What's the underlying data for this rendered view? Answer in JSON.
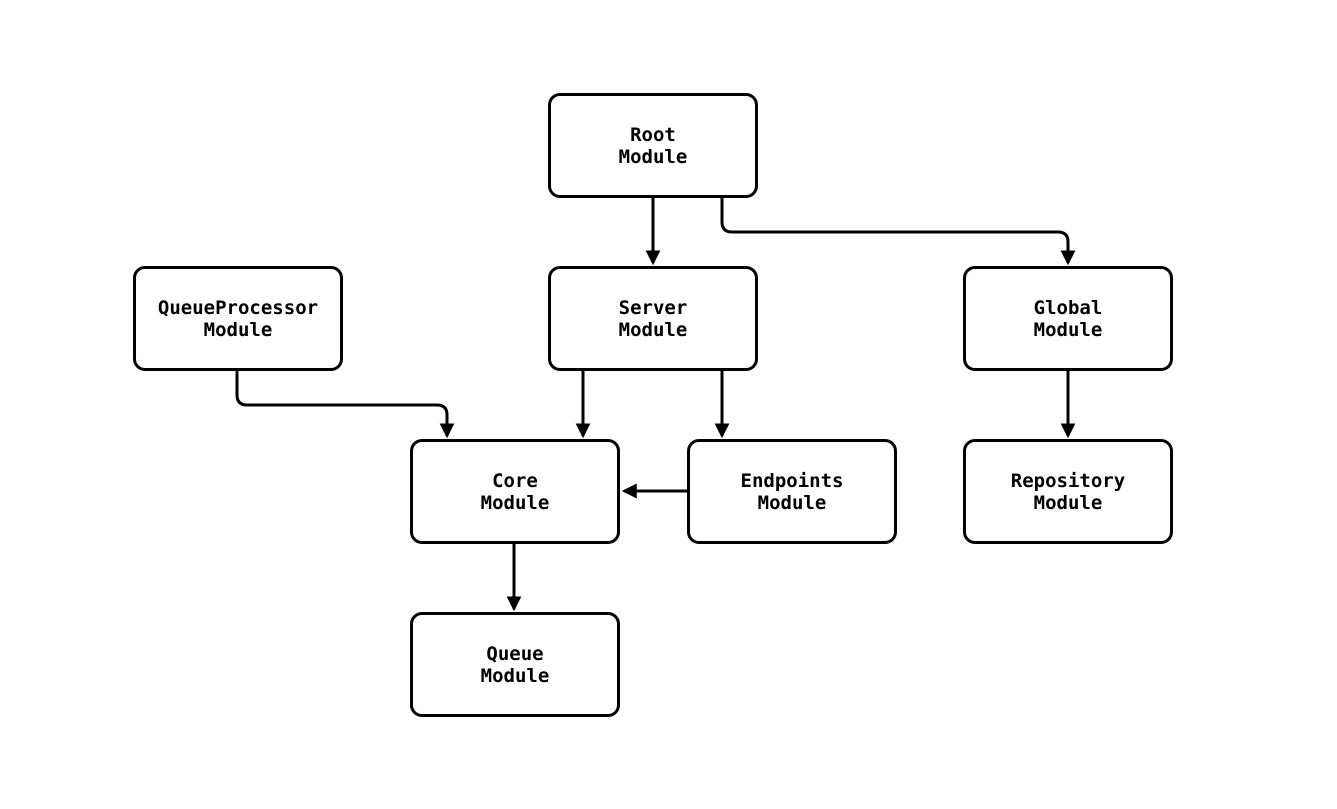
{
  "colors": {
    "background": "#ffffff",
    "stroke": "#000000",
    "text": "#000000",
    "node_fill": "#ffffff"
  },
  "diagram": {
    "type": "module-dependency-flowchart",
    "nodes": [
      {
        "id": "root",
        "label": "Root\nModule"
      },
      {
        "id": "queueprocessor",
        "label": "QueueProcessor\nModule"
      },
      {
        "id": "server",
        "label": "Server\nModule"
      },
      {
        "id": "global",
        "label": "Global\nModule"
      },
      {
        "id": "core",
        "label": "Core\nModule"
      },
      {
        "id": "endpoints",
        "label": "Endpoints\nModule"
      },
      {
        "id": "repository",
        "label": "Repository\nModule"
      },
      {
        "id": "queue",
        "label": "Queue\nModule"
      }
    ],
    "edges": [
      {
        "from": "Root Module",
        "to": "Server Module"
      },
      {
        "from": "Root Module",
        "to": "Global Module"
      },
      {
        "from": "QueueProcessor Module",
        "to": "Core Module"
      },
      {
        "from": "Server Module",
        "to": "Core Module"
      },
      {
        "from": "Server Module",
        "to": "Endpoints Module"
      },
      {
        "from": "Endpoints Module",
        "to": "Core Module"
      },
      {
        "from": "Global Module",
        "to": "Repository Module"
      },
      {
        "from": "Core Module",
        "to": "Queue Module"
      }
    ]
  }
}
